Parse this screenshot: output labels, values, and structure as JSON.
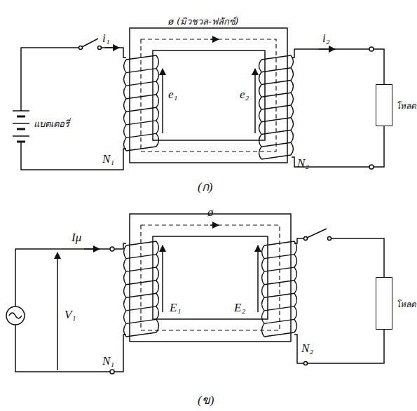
{
  "diagram": {
    "nodes": [
      {
        "text": [
          "โหลด"
        ]
      },
      {
        "text": [
          "โหลด"
        ]
      }
    ],
    "labels": [
      "ø (มิวชวล-ฟลักซ์)",
      "i₁",
      "แบตเตอรี่",
      "e₁",
      "e₂",
      "i₂",
      "N₁",
      "N₂",
      "(ก)",
      "ø",
      "Iμ",
      "V₁",
      "E₁",
      "E₂",
      "N₁",
      "N₂",
      "(ข)"
    ]
  }
}
